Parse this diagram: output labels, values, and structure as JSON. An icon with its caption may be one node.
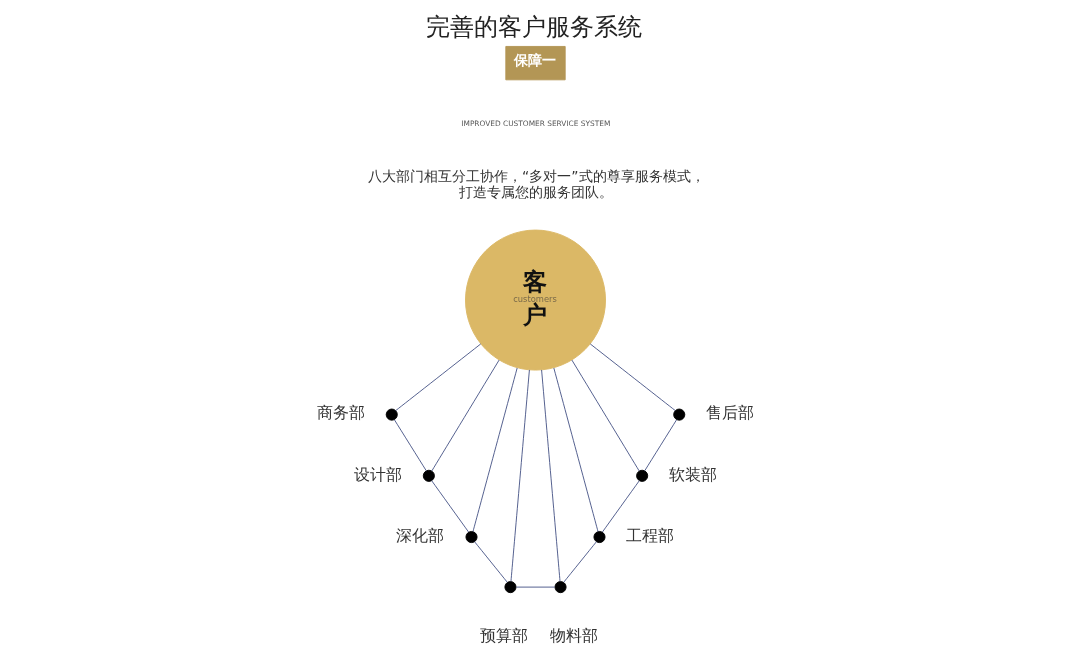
{
  "diagram": {
    "title": "完善的客户服务系统",
    "nodes": [
      {
        "text": [
          "保障一"
        ]
      },
      {
        "text": [
          "客",
          "customers",
          "户"
        ]
      },
      {
        "text": [],
        "shape": "circle",
        "beside": [
          "商务部"
        ]
      },
      {
        "text": [],
        "shape": "circle",
        "beside": [
          "设计部"
        ]
      },
      {
        "text": [],
        "shape": "circle",
        "beside": [
          "深化部"
        ]
      },
      {
        "text": [],
        "shape": "circle",
        "beside": [
          "预算部"
        ]
      },
      {
        "text": [],
        "shape": "circle",
        "beside": [
          "物料部"
        ]
      },
      {
        "text": [],
        "shape": "circle",
        "beside": [
          "工程部"
        ]
      },
      {
        "text": [],
        "shape": "circle",
        "beside": [
          "软装部"
        ]
      },
      {
        "text": [],
        "shape": "circle",
        "beside": [
          "售后部"
        ]
      }
    ],
    "edges": [
      {
        "from": 1,
        "to": 2,
        "arrow": "none"
      },
      {
        "from": 1,
        "to": 3,
        "arrow": "none"
      },
      {
        "from": 1,
        "to": 4,
        "arrow": "none"
      },
      {
        "from": 1,
        "to": 5,
        "arrow": "none"
      },
      {
        "from": 1,
        "to": 6,
        "arrow": "none"
      },
      {
        "from": 1,
        "to": 7,
        "arrow": "none"
      },
      {
        "from": 1,
        "to": 8,
        "arrow": "none"
      },
      {
        "from": 1,
        "to": 9,
        "arrow": "none"
      },
      {
        "from": 2,
        "to": 3,
        "arrow": "none"
      },
      {
        "from": 3,
        "to": 4,
        "arrow": "none"
      },
      {
        "from": 4,
        "to": 5,
        "arrow": "none"
      },
      {
        "from": 5,
        "to": 6,
        "arrow": "none"
      },
      {
        "from": 6,
        "to": 7,
        "arrow": "none"
      },
      {
        "from": 7,
        "to": 8,
        "arrow": "none"
      },
      {
        "from": 8,
        "to": 9,
        "arrow": "none"
      }
    ],
    "labels": [
      "IMPROVED CUSTOMER SERVICE SYSTEM",
      "八大部门相互分工协作，“多对一”式的尊享服务模式，打造专属您的服务团队。"
    ]
  }
}
